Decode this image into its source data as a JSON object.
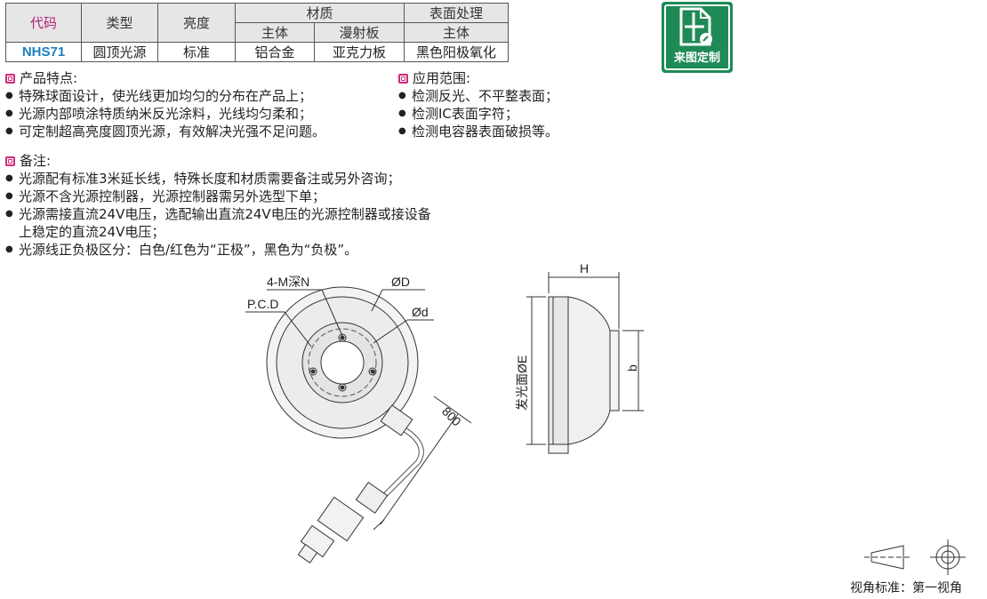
{
  "table": {
    "headers": {
      "code": "代码",
      "type": "类型",
      "brightness": "亮度",
      "material": "材质",
      "surface": "表面处理",
      "main_body": "主体",
      "diffuser": "漫射板",
      "surface_body": "主体"
    },
    "row": {
      "code": "NHS71",
      "type": "圆顶光源",
      "brightness": "标准",
      "main_body": "铝合金",
      "diffuser": "亚克力板",
      "surface_body": "黑色阳极氧化"
    }
  },
  "badge": {
    "label": "来图定制",
    "icon": "custom-drawing-icon",
    "color": "#1e8a55"
  },
  "features": {
    "title": "产品特点:",
    "items": [
      "特殊球面设计，使光线更加均匀的分布在产品上；",
      "光源内部喷涂特质纳米反光涂料，光线均匀柔和；",
      "可定制超高亮度圆顶光源，有效解决光强不足问题。"
    ]
  },
  "applications": {
    "title": "应用范围:",
    "items": [
      "检测反光、不平整表面；",
      "检测IC表面字符；",
      "检测电容器表面破损等。"
    ]
  },
  "notes": {
    "title": "备注:",
    "items": [
      "光源配有标准3米延长线，特殊长度和材质需要备注或另外咨询；",
      "光源不含光源控制器，光源控制器需另外选型下单；",
      "光源需接直流24V电压，选配输出直流24V电压的光源控制器或接设备",
      "上稳定的直流24V电压；",
      "光源线正负极区分：白色/红色为“正极”，黑色为“负极”。"
    ]
  },
  "drawing": {
    "label_holes": "4-M深N",
    "label_pcd": "P.C.D",
    "label_D": "ØD",
    "label_d": "Ød",
    "label_cable": "800",
    "label_H": "H",
    "label_b": "b",
    "label_E": "发光面ØE"
  },
  "view": {
    "label": "视角标准：第一视角"
  }
}
